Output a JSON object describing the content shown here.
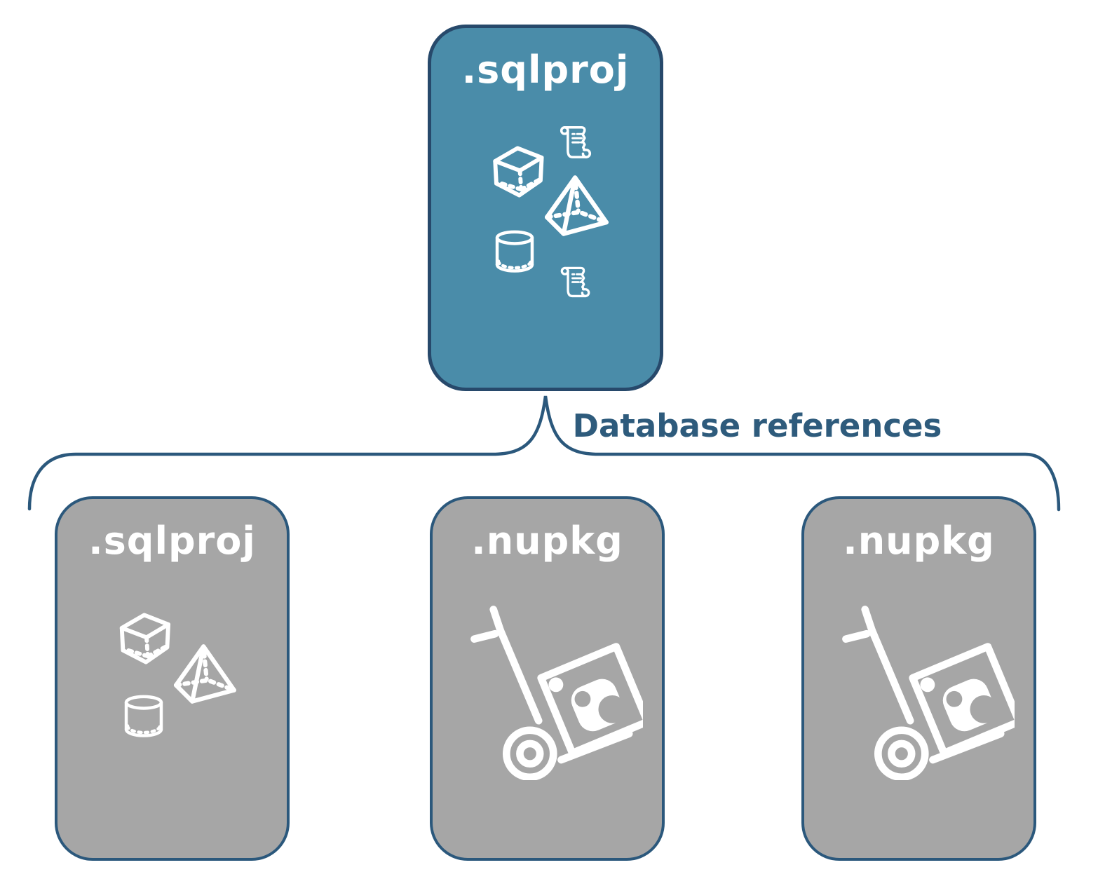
{
  "colors": {
    "background": "#ffffff",
    "root_fill": "#4A8CA9",
    "root_border": "#27496B",
    "child_fill": "#A6A6A6",
    "child_border": "#2B587C",
    "connector": "#2B587C",
    "edge_label_text": "#2E5B7C",
    "label_text": "#ffffff"
  },
  "root": {
    "label": ".sqlproj",
    "icons": [
      "scroll-icon",
      "cube-icon",
      "pyramid-icon",
      "cylinder-icon",
      "scroll-icon"
    ]
  },
  "edge": {
    "label": "Database references"
  },
  "children": [
    {
      "label": ".sqlproj",
      "icons": [
        "cube-icon",
        "pyramid-icon",
        "cylinder-icon"
      ]
    },
    {
      "label": ".nupkg",
      "icons": [
        "package-dolly-icon"
      ]
    },
    {
      "label": ".nupkg",
      "icons": [
        "package-dolly-icon"
      ]
    }
  ]
}
